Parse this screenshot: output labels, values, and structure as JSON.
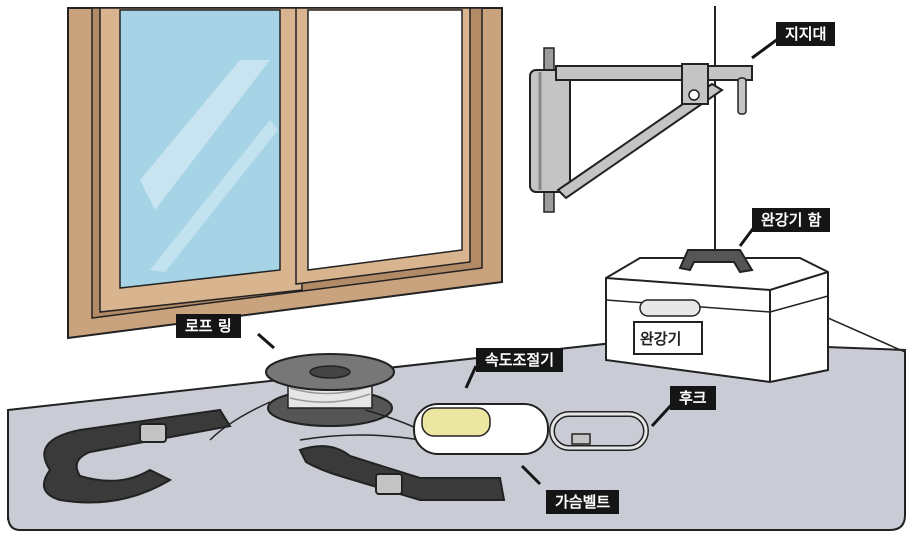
{
  "labels": {
    "support_stand": "지지대",
    "descender_box": "완강기 함",
    "rope_reel": "로프 링",
    "speed_regulator": "속도조절기",
    "hook": "후크",
    "chest_belt": "가슴벨트"
  },
  "box_text": "완강기",
  "colors": {
    "frame_border": "#6b3a6e",
    "label_bg": "#151515",
    "label_text": "#ffffff",
    "floor": "#c9ccd4",
    "wall": "#ffffff",
    "window_frame": "#c9a27e",
    "glass": "#a7d3e6",
    "metal": "#c4c4c4",
    "belt": "#3a3a3a"
  }
}
